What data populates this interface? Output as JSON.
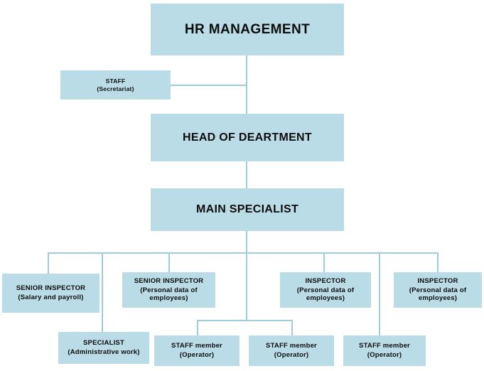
{
  "chart": {
    "type": "org-chart",
    "title": "HR Management Organizational Structure",
    "accent_color": "#b9dce7",
    "line_color": "#9fcddd",
    "text_color": "#0d0d0d",
    "background": "#ffffff"
  },
  "nodes": {
    "hr_management": {
      "title": "HR MANAGEMENT",
      "subtitle": ""
    },
    "staff_secretariat": {
      "title": "STAFF",
      "subtitle": "(Secretariat)"
    },
    "head_of_department": {
      "title": "HEAD OF DEARTMENT",
      "subtitle": ""
    },
    "main_specialist": {
      "title": "MAIN SPECIALIST",
      "subtitle": ""
    },
    "senior_inspector_salary": {
      "title": "SENIOR  INSPECTOR",
      "subtitle_line1": "(Salary  and payroll)",
      "subtitle_line2": ""
    },
    "senior_inspector_personal": {
      "title": "SENIOR  INSPECTOR",
      "subtitle_line1": "(Personal data of",
      "subtitle_line2": "employees)"
    },
    "inspector_personal_1": {
      "title": "INSPECTOR",
      "subtitle_line1": "(Personal data of",
      "subtitle_line2": "employees)"
    },
    "inspector_personal_2": {
      "title": "INSPECTOR",
      "subtitle_line1": "(Personal data of",
      "subtitle_line2": "employees)"
    },
    "specialist_admin": {
      "title": "SPECIALIST",
      "subtitle_line1": "(Administrative  work)",
      "subtitle_line2": ""
    },
    "staff_member_operator_1": {
      "title": "STAFF  member",
      "subtitle_line1": "(Operator)",
      "subtitle_line2": ""
    },
    "staff_member_operator_2": {
      "title": "STAFF  member",
      "subtitle_line1": "(Operator)",
      "subtitle_line2": ""
    },
    "staff_member_operator_3": {
      "title": "STAFF  member",
      "subtitle_line1": "(Operator)",
      "subtitle_line2": ""
    }
  }
}
